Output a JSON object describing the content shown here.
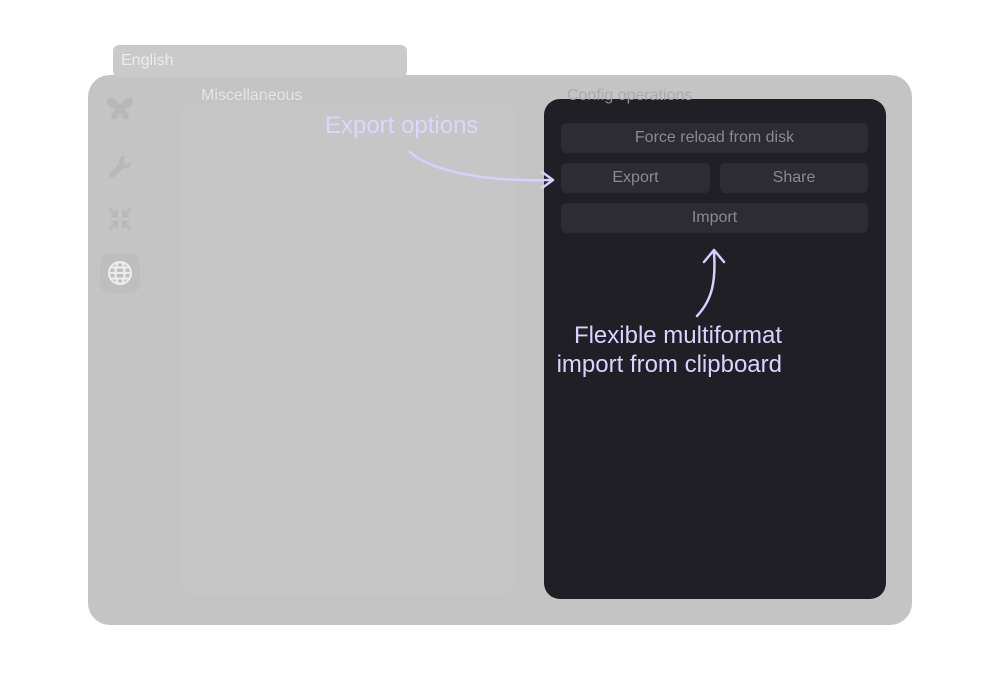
{
  "sidebar": {
    "items": [
      {
        "icon": "butterfly-icon"
      },
      {
        "icon": "wrench-icon"
      },
      {
        "icon": "shrink-arrows-icon"
      },
      {
        "icon": "globe-icon",
        "active": true
      }
    ]
  },
  "miscellaneous": {
    "title": "Miscellaneous",
    "language_value": "English"
  },
  "config": {
    "title": "Config operations",
    "force_reload_label": "Force reload from disk",
    "export_label": "Export",
    "share_label": "Share",
    "import_label": "Import"
  },
  "annotations": {
    "export_options": "Export options",
    "import_line1": "Flexible multiformat",
    "import_line2": "import from clipboard"
  },
  "colors": {
    "panel_bg": "#201f26",
    "button_bg": "#2d2c34",
    "annotation": "#d9d3ff",
    "overlay": "#c4c4c4"
  }
}
